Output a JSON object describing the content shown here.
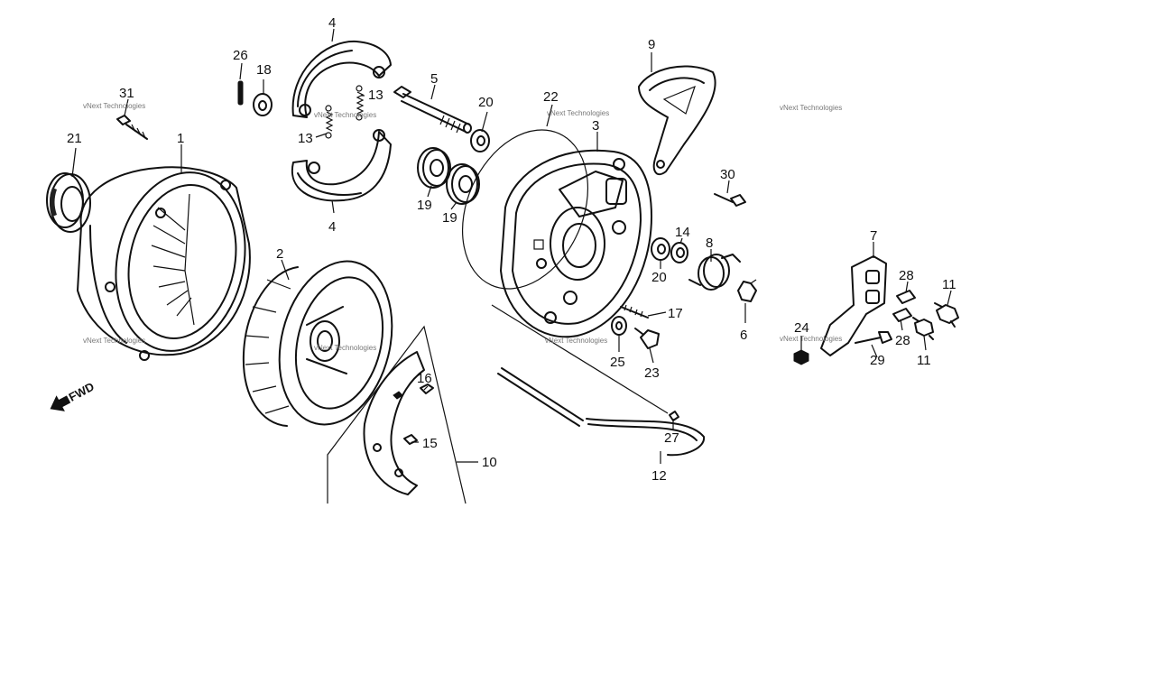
{
  "callouts": [
    {
      "id": "c1",
      "text": "1"
    },
    {
      "id": "c2",
      "text": "2"
    },
    {
      "id": "c3",
      "text": "3"
    },
    {
      "id": "c4a",
      "text": "4"
    },
    {
      "id": "c4b",
      "text": "4"
    },
    {
      "id": "c5",
      "text": "5"
    },
    {
      "id": "c6",
      "text": "6"
    },
    {
      "id": "c7",
      "text": "7"
    },
    {
      "id": "c8",
      "text": "8"
    },
    {
      "id": "c9",
      "text": "9"
    },
    {
      "id": "c10",
      "text": "10"
    },
    {
      "id": "c11a",
      "text": "11"
    },
    {
      "id": "c11b",
      "text": "11"
    },
    {
      "id": "c12",
      "text": "12"
    },
    {
      "id": "c13a",
      "text": "13"
    },
    {
      "id": "c13b",
      "text": "13"
    },
    {
      "id": "c14",
      "text": "14"
    },
    {
      "id": "c15",
      "text": "15"
    },
    {
      "id": "c16",
      "text": "16"
    },
    {
      "id": "c17",
      "text": "17"
    },
    {
      "id": "c18",
      "text": "18"
    },
    {
      "id": "c19a",
      "text": "19"
    },
    {
      "id": "c19b",
      "text": "19"
    },
    {
      "id": "c20a",
      "text": "20"
    },
    {
      "id": "c20b",
      "text": "20"
    },
    {
      "id": "c21",
      "text": "21"
    },
    {
      "id": "c22",
      "text": "22"
    },
    {
      "id": "c23",
      "text": "23"
    },
    {
      "id": "c24",
      "text": "24"
    },
    {
      "id": "c25",
      "text": "25"
    },
    {
      "id": "c26",
      "text": "26"
    },
    {
      "id": "c27",
      "text": "27"
    },
    {
      "id": "c28a",
      "text": "28"
    },
    {
      "id": "c28b",
      "text": "28"
    },
    {
      "id": "c29",
      "text": "29"
    },
    {
      "id": "c30",
      "text": "30"
    },
    {
      "id": "c31",
      "text": "31"
    }
  ],
  "direction_marker": {
    "label": "FWD"
  },
  "watermark": {
    "text": "vNext Technologies"
  }
}
